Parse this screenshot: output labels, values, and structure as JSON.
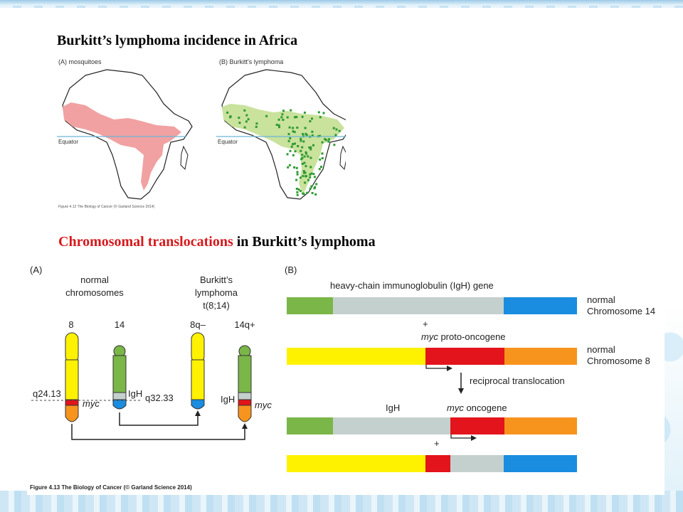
{
  "titles": {
    "map_title": "Burkitt’s lymphoma incidence in Africa",
    "chrom_title_red": "Chromosomal translocations",
    "chrom_title_rest": " in Burkitt’s lymphoma"
  },
  "map_figure": {
    "panel_a_label": "(A) mosquitoes",
    "panel_b_label": "(B) Burkitt's lymphoma",
    "equator_label": "Equator",
    "caption": "Figure 4.12 The Biology of Cancer (© Garland Science 2014)",
    "colors": {
      "mosquito_region": "#f1a1a1",
      "lymphoma_region": "#c9e29c",
      "lymphoma_dots": "#2e9a33",
      "equator": "#6bb6d9"
    }
  },
  "chrom_figure": {
    "panel_a": {
      "label": "(A)",
      "normal_label_1": "normal",
      "normal_label_2": "chromosomes",
      "burkitt_label_1": "Burkitt’s",
      "burkitt_label_2": "lymphoma",
      "burkitt_label_3": "t(8;14)",
      "chrom_8": "8",
      "chrom_14": "14",
      "chrom_8q": "8q–",
      "chrom_14q": "14q+",
      "q24": "q24.13",
      "q32": "q32.33",
      "myc_1": "myc",
      "myc_2": "myc",
      "igh_1": "IgH",
      "igh_2": "IgH"
    },
    "panel_b": {
      "label": "(B)",
      "igh_gene": "heavy-chain immunoglobulin (IgH) gene",
      "normal_14_1": "normal",
      "normal_14_2": "Chromosome 14",
      "plus_1": "+",
      "myc_proto_italic": "myc",
      "myc_proto_rest": " proto-oncogene",
      "normal_8_1": "normal",
      "normal_8_2": "Chromosome 8",
      "reciprocal": "reciprocal translocation",
      "igh_label": "IgH",
      "myc_onco_italic": "myc",
      "myc_onco_rest": " oncogene",
      "plus_2": "+"
    },
    "caption": "Figure 4.13 The Biology of Cancer (© Garland Science 2014)",
    "colors": {
      "green": "#7ab648",
      "gray": "#c4d0cd",
      "blue": "#1a8de0",
      "yellow": "#fff200",
      "red": "#e3141b",
      "orange": "#f7941d"
    }
  }
}
